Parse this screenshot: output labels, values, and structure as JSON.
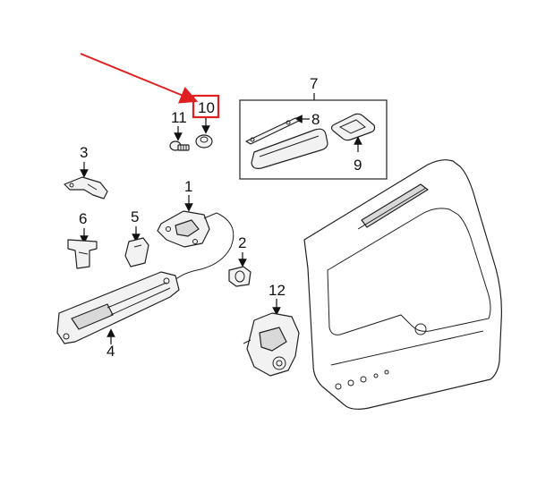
{
  "diagram": {
    "callouts": [
      "1",
      "2",
      "3",
      "4",
      "5",
      "6",
      "7",
      "8",
      "9",
      "10",
      "11",
      "12"
    ],
    "highlight": {
      "callout": "10",
      "color": "#e02020"
    },
    "colors": {
      "line": "#222222",
      "fill": "#f2f2f2",
      "accent": "#e02020"
    }
  }
}
